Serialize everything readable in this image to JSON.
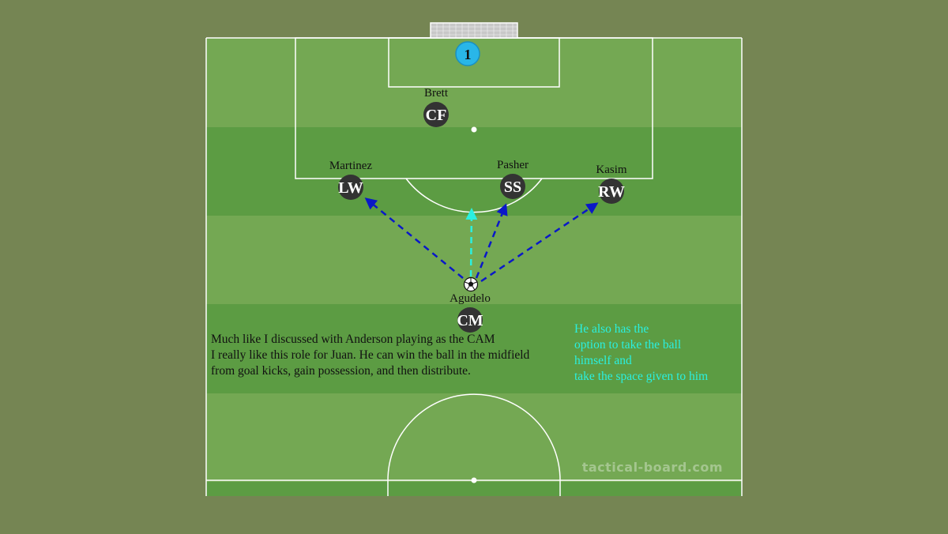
{
  "colors": {
    "background": "#758553",
    "pitch_light": "#74a853",
    "pitch_dark": "#5c9c43",
    "lines": "#ffffff",
    "player_token": "#333333",
    "goalkeeper_token": "#29b6e8",
    "pass_arrow": "#0a18c8",
    "run_arrow": "#2af0e0",
    "note_main": "#111111",
    "note_accent": "#2af0e0"
  },
  "goalkeeper": {
    "number": "1"
  },
  "players": [
    {
      "id": "cf",
      "role": "CF",
      "name": "Brett"
    },
    {
      "id": "lw",
      "role": "LW",
      "name": "Martinez"
    },
    {
      "id": "ss",
      "role": "SS",
      "name": "Pasher"
    },
    {
      "id": "rw",
      "role": "RW",
      "name": "Kasim"
    },
    {
      "id": "cm",
      "role": "CM",
      "name": "Agudelo"
    }
  ],
  "ball": {
    "icon": "soccer-ball-icon"
  },
  "notes": {
    "main": [
      "Much like I discussed with Anderson playing as the CAM",
      "I really like this role for Juan. He can win the ball in the midfield",
      "from goal kicks, gain possession, and then distribute."
    ],
    "accent": [
      "He also has the",
      "option to take the ball",
      "himself and",
      "take the space given to him"
    ]
  },
  "watermark": "tactical-board.com"
}
